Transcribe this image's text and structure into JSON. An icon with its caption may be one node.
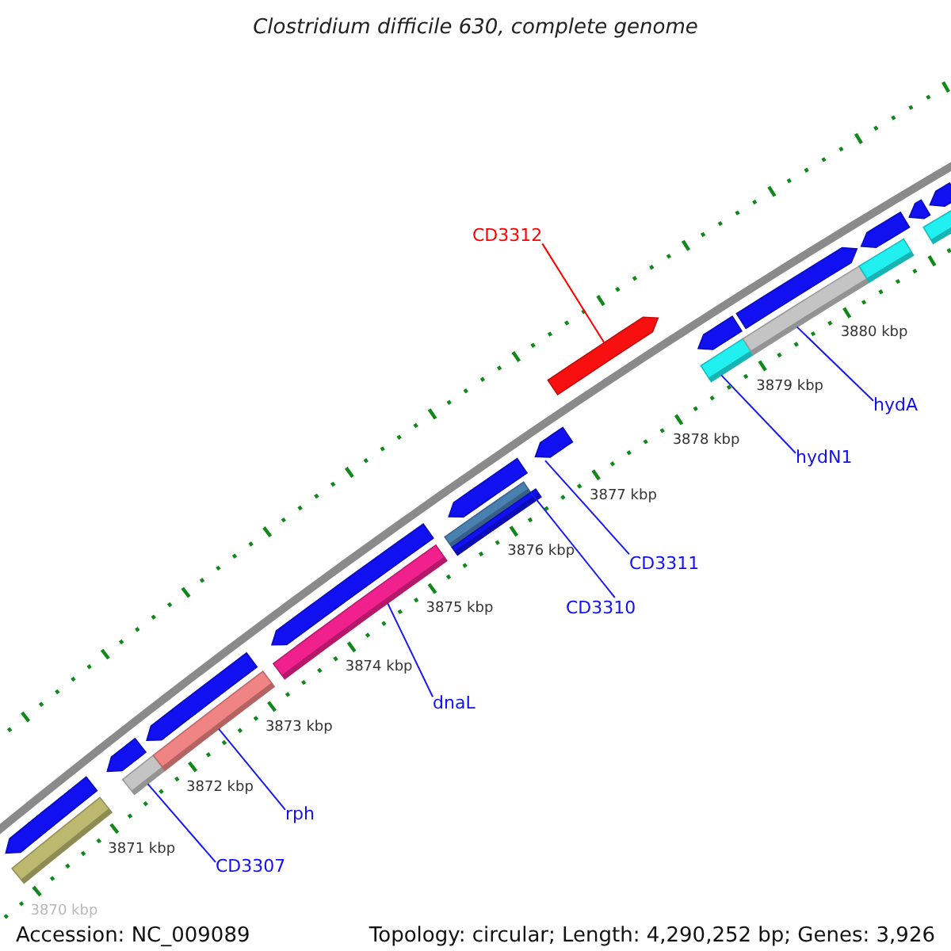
{
  "diagram": {
    "title": "Clostridium difficile 630, complete genome",
    "nodes": [
      {
        "text": [
          "CD3312"
        ]
      },
      {
        "text": [
          "hydA"
        ]
      },
      {
        "text": [
          "hydN1"
        ]
      },
      {
        "text": [
          "CD3311"
        ]
      },
      {
        "text": [
          "CD3310"
        ]
      },
      {
        "text": [
          "dnaL"
        ]
      },
      {
        "text": [
          "rph"
        ]
      },
      {
        "text": [
          "CD3307"
        ]
      },
      {
        "text": [],
        "shape": "arrow"
      },
      {
        "text": [],
        "shape": "bar"
      },
      {
        "text": [],
        "shape": "arrow"
      },
      {
        "text": [],
        "shape": "bar"
      },
      {
        "text": [],
        "shape": "bar"
      },
      {
        "text": [],
        "shape": "arrow"
      },
      {
        "text": [],
        "shape": "bar"
      },
      {
        "text": [],
        "shape": "arrow"
      },
      {
        "text": [],
        "shape": "bar"
      },
      {
        "text": [],
        "shape": "bar"
      },
      {
        "text": [],
        "shape": "arrow"
      },
      {
        "text": [],
        "shape": "arrow"
      },
      {
        "text": [],
        "shape": "arrow"
      },
      {
        "text": [],
        "shape": "bar"
      },
      {
        "text": [],
        "shape": "arrow"
      },
      {
        "text": [],
        "shape": "bar"
      },
      {
        "text": [],
        "shape": "arrow"
      },
      {
        "text": [],
        "shape": "bar"
      },
      {
        "text": [],
        "shape": "arrow"
      },
      {
        "text": [],
        "shape": "arrow"
      },
      {
        "text": [],
        "shape": "bar"
      },
      {
        "text": [],
        "shape": "arrow"
      }
    ],
    "edges": [
      {
        "from": 0,
        "to": 20,
        "arrow": "none",
        "color": "#ff0000"
      },
      {
        "from": 1,
        "to": 23,
        "arrow": "none"
      },
      {
        "from": 2,
        "to": 21,
        "arrow": "none"
      },
      {
        "from": 3,
        "to": 19,
        "arrow": "none"
      },
      {
        "from": 4,
        "to": 16,
        "arrow": "none"
      },
      {
        "from": 5,
        "to": 14,
        "arrow": "none"
      },
      {
        "from": 6,
        "to": 12,
        "arrow": "none"
      },
      {
        "from": 7,
        "to": 11,
        "arrow": "none"
      }
    ],
    "labels": [
      "3880 kbp",
      "3879 kbp",
      "3878 kbp",
      "3877 kbp",
      "3876 kbp",
      "3875 kbp",
      "3874 kbp",
      "3873 kbp",
      "3872 kbp",
      "3871 kbp",
      "3870 kbp",
      "Accession: NC_009089",
      "Topology: circular; Length: 4,290,252 bp; Genes: 3,926"
    ]
  }
}
